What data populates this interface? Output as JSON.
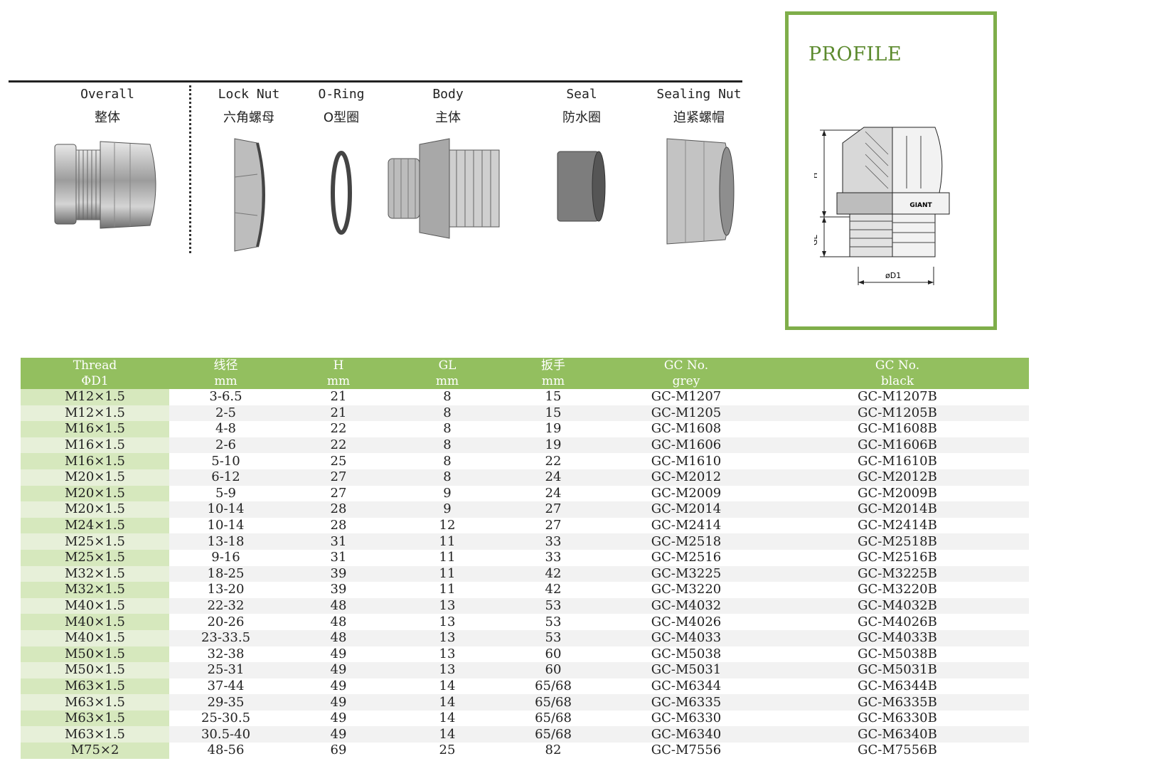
{
  "parts": [
    {
      "id": "overall",
      "en": "Overall",
      "cn": "整体"
    },
    {
      "id": "lock_nut",
      "en": "Lock Nut",
      "cn": "六角螺母"
    },
    {
      "id": "o_ring",
      "en": "O-Ring",
      "cn": "O型圈"
    },
    {
      "id": "body",
      "en": "Body",
      "cn": "主体"
    },
    {
      "id": "seal",
      "en": "Seal",
      "cn": "防水圈"
    },
    {
      "id": "sealing_nut",
      "en": "Sealing Nut",
      "cn": "迫紧螺帽"
    }
  ],
  "profile": {
    "title": "PROFILE",
    "label_h": "H",
    "label_gl": "GL",
    "label_d1": "øD1",
    "body_mark": "GIANT"
  },
  "table": {
    "headers": [
      {
        "line1": "Thread",
        "line2": "ΦD1"
      },
      {
        "line1": "线径",
        "line2": "mm"
      },
      {
        "line1": "H",
        "line2": "mm"
      },
      {
        "line1": "GL",
        "line2": "mm"
      },
      {
        "line1": "扳手",
        "line2": "mm"
      },
      {
        "line1": "GC No.",
        "line2": "grey"
      },
      {
        "line1": "GC No.",
        "line2": "black"
      }
    ],
    "rows": [
      [
        "M12×1.5",
        "3-6.5",
        "21",
        "8",
        "15",
        "GC-M1207",
        "GC-M1207B"
      ],
      [
        "M12×1.5",
        "2-5",
        "21",
        "8",
        "15",
        "GC-M1205",
        "GC-M1205B"
      ],
      [
        "M16×1.5",
        "4-8",
        "22",
        "8",
        "19",
        "GC-M1608",
        "GC-M1608B"
      ],
      [
        "M16×1.5",
        "2-6",
        "22",
        "8",
        "19",
        "GC-M1606",
        "GC-M1606B"
      ],
      [
        "M16×1.5",
        "5-10",
        "25",
        "8",
        "22",
        "GC-M1610",
        "GC-M1610B"
      ],
      [
        "M20×1.5",
        "6-12",
        "27",
        "8",
        "24",
        "GC-M2012",
        "GC-M2012B"
      ],
      [
        "M20×1.5",
        "5-9",
        "27",
        "9",
        "24",
        "GC-M2009",
        "GC-M2009B"
      ],
      [
        "M20×1.5",
        "10-14",
        "28",
        "9",
        "27",
        "GC-M2014",
        "GC-M2014B"
      ],
      [
        "M24×1.5",
        "10-14",
        "28",
        "12",
        "27",
        "GC-M2414",
        "GC-M2414B"
      ],
      [
        "M25×1.5",
        "13-18",
        "31",
        "11",
        "33",
        "GC-M2518",
        "GC-M2518B"
      ],
      [
        "M25×1.5",
        "9-16",
        "31",
        "11",
        "33",
        "GC-M2516",
        "GC-M2516B"
      ],
      [
        "M32×1.5",
        "18-25",
        "39",
        "11",
        "42",
        "GC-M3225",
        "GC-M3225B"
      ],
      [
        "M32×1.5",
        "13-20",
        "39",
        "11",
        "42",
        "GC-M3220",
        "GC-M3220B"
      ],
      [
        "M40×1.5",
        "22-32",
        "48",
        "13",
        "53",
        "GC-M4032",
        "GC-M4032B"
      ],
      [
        "M40×1.5",
        "20-26",
        "48",
        "13",
        "53",
        "GC-M4026",
        "GC-M4026B"
      ],
      [
        "M40×1.5",
        "23-33.5",
        "48",
        "13",
        "53",
        "GC-M4033",
        "GC-M4033B"
      ],
      [
        "M50×1.5",
        "32-38",
        "49",
        "13",
        "60",
        "GC-M5038",
        "GC-M5038B"
      ],
      [
        "M50×1.5",
        "25-31",
        "49",
        "13",
        "60",
        "GC-M5031",
        "GC-M5031B"
      ],
      [
        "M63×1.5",
        "37-44",
        "49",
        "14",
        "65/68",
        "GC-M6344",
        "GC-M6344B"
      ],
      [
        "M63×1.5",
        "29-35",
        "49",
        "14",
        "65/68",
        "GC-M6335",
        "GC-M6335B"
      ],
      [
        "M63×1.5",
        "25-30.5",
        "49",
        "14",
        "65/68",
        "GC-M6330",
        "GC-M6330B"
      ],
      [
        "M63×1.5",
        "30.5-40",
        "49",
        "14",
        "65/68",
        "GC-M6340",
        "GC-M6340B"
      ],
      [
        "M75×2",
        "48-56",
        "69",
        "25",
        "82",
        "GC-M7556",
        "GC-M7556B"
      ]
    ]
  }
}
